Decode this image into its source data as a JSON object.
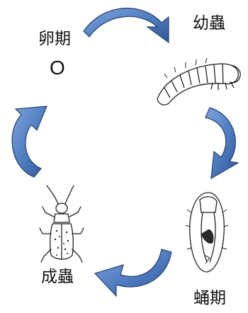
{
  "stages": {
    "egg": {
      "label": "卵期",
      "symbol": "O"
    },
    "larva": {
      "label": "幼蟲"
    },
    "pupa": {
      "label": "蛹期"
    },
    "adult": {
      "label": "成蟲"
    }
  },
  "colors": {
    "arrow_fill": "#4d7bbf",
    "arrow_stroke": "#24406e",
    "ink": "#111111"
  }
}
